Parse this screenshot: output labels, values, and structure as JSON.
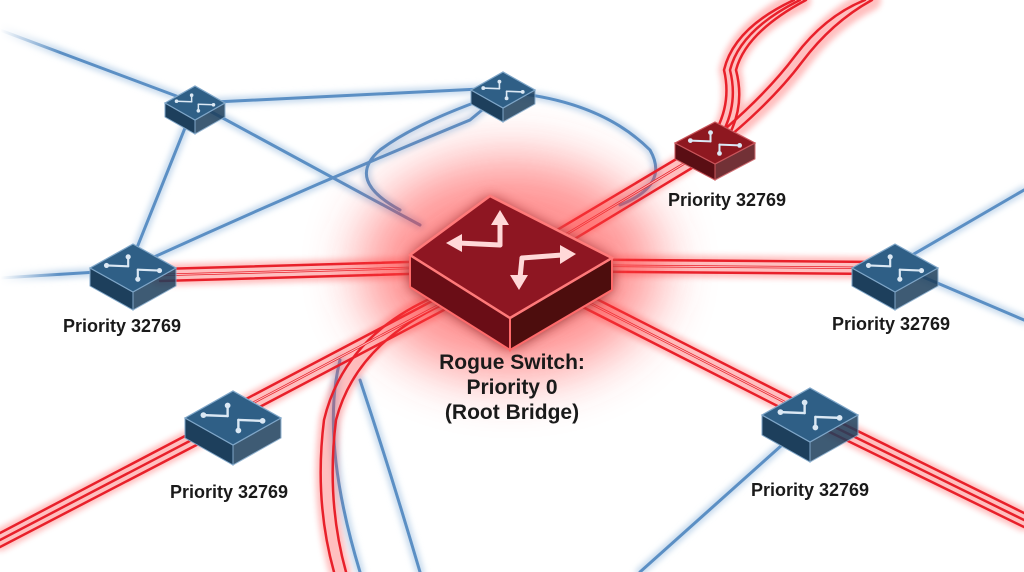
{
  "colors": {
    "background": "#ffffff",
    "blue_link": "#5b8fc4",
    "blue_link_light": "#a9c6e2",
    "red_link": "#e8202a",
    "red_glow": "#ff4a4a",
    "switch_top_blue": "#2f5f86",
    "switch_side_blue": "#1d3f5c",
    "switch_top_red": "#8e1820",
    "switch_side_red": "#5a0e14",
    "text": "#1a1a1a"
  },
  "rogue": {
    "line1": "Rogue Switch:",
    "line2": "Priority 0",
    "line3": "(Root Bridge)"
  },
  "switches": [
    {
      "id": "top-left",
      "icon": "switch-icon",
      "label": ""
    },
    {
      "id": "top-center",
      "icon": "switch-icon",
      "label": ""
    },
    {
      "id": "top-right",
      "icon": "switch-icon",
      "label": "Priority 32769"
    },
    {
      "id": "left",
      "icon": "switch-icon",
      "label": "Priority 32769"
    },
    {
      "id": "right",
      "icon": "switch-icon",
      "label": "Priority 32769"
    },
    {
      "id": "bottom-left",
      "icon": "switch-icon",
      "label": "Priority 32769"
    },
    {
      "id": "bottom-right",
      "icon": "switch-icon",
      "label": "Priority 32769"
    }
  ]
}
